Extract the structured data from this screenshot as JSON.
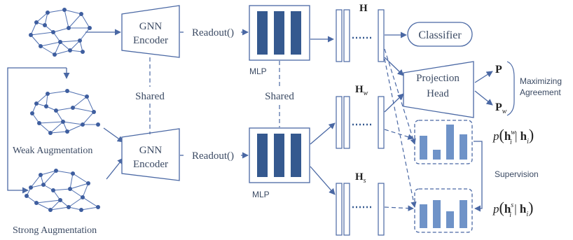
{
  "graphs": {
    "original_caption": "",
    "weak_caption": "Weak Augmentation",
    "strong_caption": "Strong Augmentation"
  },
  "encoder": {
    "line1": "GNN",
    "line2": "Encoder",
    "shared_label": "Shared",
    "readout_label": "Readout()"
  },
  "mlp": {
    "label": "MLP",
    "shared_label": "Shared"
  },
  "embeddings": {
    "h": "H",
    "hw_base": "H",
    "hw_sub": "w",
    "hs_base": "H",
    "hs_sub": "s"
  },
  "classifier": {
    "label": "Classifier"
  },
  "projection": {
    "line1": "Projection",
    "line2": "Head"
  },
  "agreement": {
    "p": "P",
    "pw_base": "P",
    "pw_sub": "w",
    "line1": "Maximizing",
    "line2": "Agreement"
  },
  "supervision": {
    "label": "Supervision",
    "formula_w": "p(h_i^w | h_i)",
    "formula_s": "p(h_i^s | h_i)"
  },
  "colors": {
    "node": "#3e5e9f",
    "edge": "#4f6fb0",
    "block": "#35598f",
    "bar": "#6f93c8",
    "stroke": "#4a68a4"
  }
}
